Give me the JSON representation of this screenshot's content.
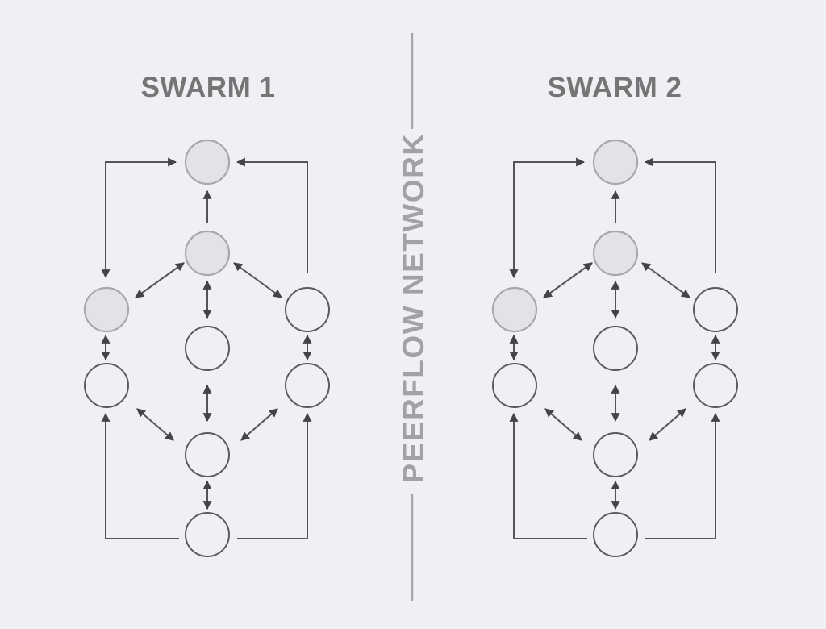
{
  "diagram": {
    "center_label": "PEERFLOW NETWORK",
    "colors": {
      "background": "#eff0f4",
      "active_node_fill": "#e2e3e7",
      "active_node_stroke": "#a8a8aa",
      "idle_node_stroke": "#5b5b5d",
      "edge": "#545456",
      "title": "#757575",
      "center_label": "#a2a2a5"
    },
    "swarms": [
      {
        "title": "SWARM 1",
        "nodes": [
          {
            "id": "top",
            "state": "active"
          },
          {
            "id": "upper-center",
            "state": "active"
          },
          {
            "id": "upper-left",
            "state": "active"
          },
          {
            "id": "upper-right",
            "state": "idle"
          },
          {
            "id": "middle-center",
            "state": "idle"
          },
          {
            "id": "lower-left",
            "state": "idle"
          },
          {
            "id": "lower-right",
            "state": "idle"
          },
          {
            "id": "lower-center",
            "state": "idle"
          },
          {
            "id": "bottom",
            "state": "idle"
          }
        ],
        "edges": [
          {
            "from": "upper-center",
            "to": "top",
            "direction": "one-way"
          },
          {
            "from": "upper-left",
            "to": "top",
            "direction": "loop-to-top-from-left"
          },
          {
            "from": "upper-right",
            "to": "top",
            "direction": "loop-to-top-from-right"
          },
          {
            "from": "upper-center",
            "to": "upper-left",
            "direction": "two-way"
          },
          {
            "from": "upper-center",
            "to": "upper-right",
            "direction": "two-way"
          },
          {
            "from": "upper-center",
            "to": "middle-center",
            "direction": "two-way"
          },
          {
            "from": "upper-left",
            "to": "lower-left",
            "direction": "two-way"
          },
          {
            "from": "upper-right",
            "to": "lower-right",
            "direction": "two-way"
          },
          {
            "from": "middle-center",
            "to": "lower-center",
            "direction": "two-way"
          },
          {
            "from": "lower-left",
            "to": "lower-center",
            "direction": "two-way"
          },
          {
            "from": "lower-right",
            "to": "lower-center",
            "direction": "two-way"
          },
          {
            "from": "lower-center",
            "to": "bottom",
            "direction": "two-way"
          },
          {
            "from": "bottom",
            "to": "lower-left",
            "direction": "loop-bottom-left"
          },
          {
            "from": "bottom",
            "to": "lower-right",
            "direction": "loop-bottom-right"
          }
        ]
      },
      {
        "title": "SWARM 2",
        "nodes": [
          {
            "id": "top",
            "state": "active"
          },
          {
            "id": "upper-center",
            "state": "active"
          },
          {
            "id": "upper-left",
            "state": "active"
          },
          {
            "id": "upper-right",
            "state": "idle"
          },
          {
            "id": "middle-center",
            "state": "idle"
          },
          {
            "id": "lower-left",
            "state": "idle"
          },
          {
            "id": "lower-right",
            "state": "idle"
          },
          {
            "id": "lower-center",
            "state": "idle"
          },
          {
            "id": "bottom",
            "state": "idle"
          }
        ],
        "edges": [
          {
            "from": "upper-center",
            "to": "top",
            "direction": "one-way"
          },
          {
            "from": "upper-left",
            "to": "top",
            "direction": "loop-to-top-from-left"
          },
          {
            "from": "upper-right",
            "to": "top",
            "direction": "loop-to-top-from-right"
          },
          {
            "from": "upper-center",
            "to": "upper-left",
            "direction": "two-way"
          },
          {
            "from": "upper-center",
            "to": "upper-right",
            "direction": "two-way"
          },
          {
            "from": "upper-center",
            "to": "middle-center",
            "direction": "two-way"
          },
          {
            "from": "upper-left",
            "to": "lower-left",
            "direction": "two-way"
          },
          {
            "from": "upper-right",
            "to": "lower-right",
            "direction": "two-way"
          },
          {
            "from": "middle-center",
            "to": "lower-center",
            "direction": "two-way"
          },
          {
            "from": "lower-left",
            "to": "lower-center",
            "direction": "two-way"
          },
          {
            "from": "lower-right",
            "to": "lower-center",
            "direction": "two-way"
          },
          {
            "from": "lower-center",
            "to": "bottom",
            "direction": "two-way"
          },
          {
            "from": "bottom",
            "to": "lower-left",
            "direction": "loop-bottom-left"
          },
          {
            "from": "bottom",
            "to": "lower-right",
            "direction": "loop-bottom-right"
          }
        ]
      }
    ]
  }
}
